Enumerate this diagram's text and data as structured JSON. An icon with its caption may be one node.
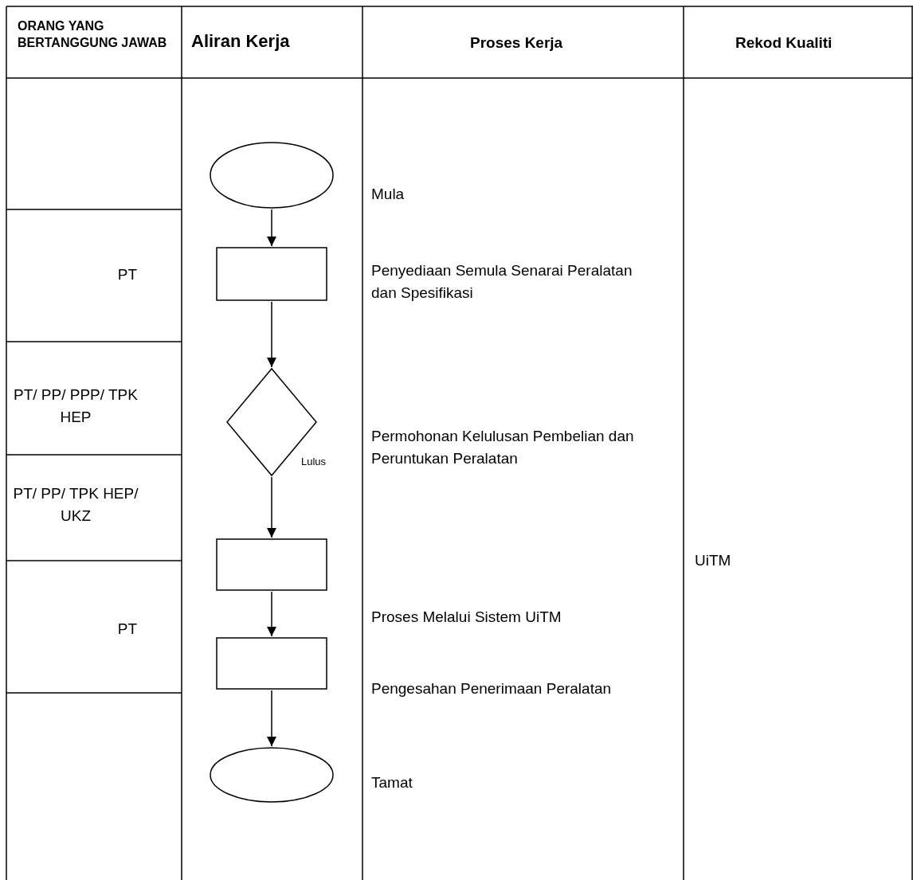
{
  "diagram": {
    "nodes": [
      {
        "text": [],
        "shape": "ellipse",
        "beside": [
          "Mula"
        ]
      },
      {
        "text": [],
        "shape": "box",
        "beside": [
          "Penyediaan Semula Senarai Peralatan dan Spesifikasi"
        ]
      },
      {
        "text": [],
        "shape": "diamond",
        "beside": [
          "Permohonan Kelulusan Pembelian dan Peruntukan Peralatan"
        ]
      },
      {
        "text": [],
        "shape": "box",
        "beside": [
          "Proses Melalui Sistem UiTM"
        ]
      },
      {
        "text": [],
        "shape": "box",
        "beside": [
          "Pengesahan Penerimaan Peralatan"
        ]
      },
      {
        "text": [],
        "shape": "ellipse",
        "beside": [
          "Tamat"
        ]
      }
    ],
    "edges": [
      {
        "from": 0,
        "to": 1,
        "arrow": "to"
      },
      {
        "from": 1,
        "to": 2,
        "arrow": "to"
      },
      {
        "from": 2,
        "to": 3,
        "arrow": "to",
        "label": "Lulus"
      },
      {
        "from": 3,
        "to": 4,
        "arrow": "to"
      },
      {
        "from": 4,
        "to": 5,
        "arrow": "to"
      }
    ],
    "labels": [
      "ORANG YANG BERTANGGUNG JAWAB",
      "Aliran Kerja",
      "Proses Kerja",
      "Rekod Kualiti",
      "PT",
      "PT/ PP/ PPP/ TPK HEP",
      "PT/ PP/ TPK HEP/ UKZ",
      "PT",
      "UiTM"
    ]
  }
}
